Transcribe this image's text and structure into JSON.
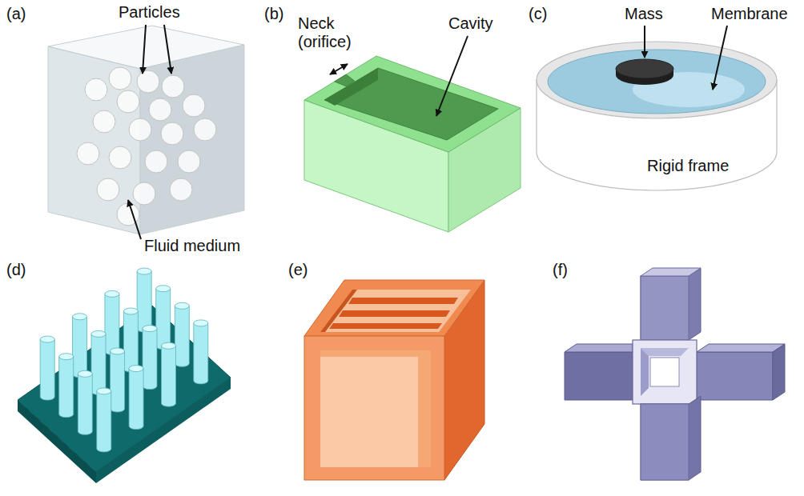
{
  "diagram": {
    "labels": [
      "(a)",
      "Particles",
      "Fluid medium",
      "(b)",
      "Neck (orifice)",
      "Cavity",
      "(c)",
      "Mass",
      "Membrane",
      "Rigid frame",
      "(d)",
      "(e)",
      "(f)"
    ]
  }
}
